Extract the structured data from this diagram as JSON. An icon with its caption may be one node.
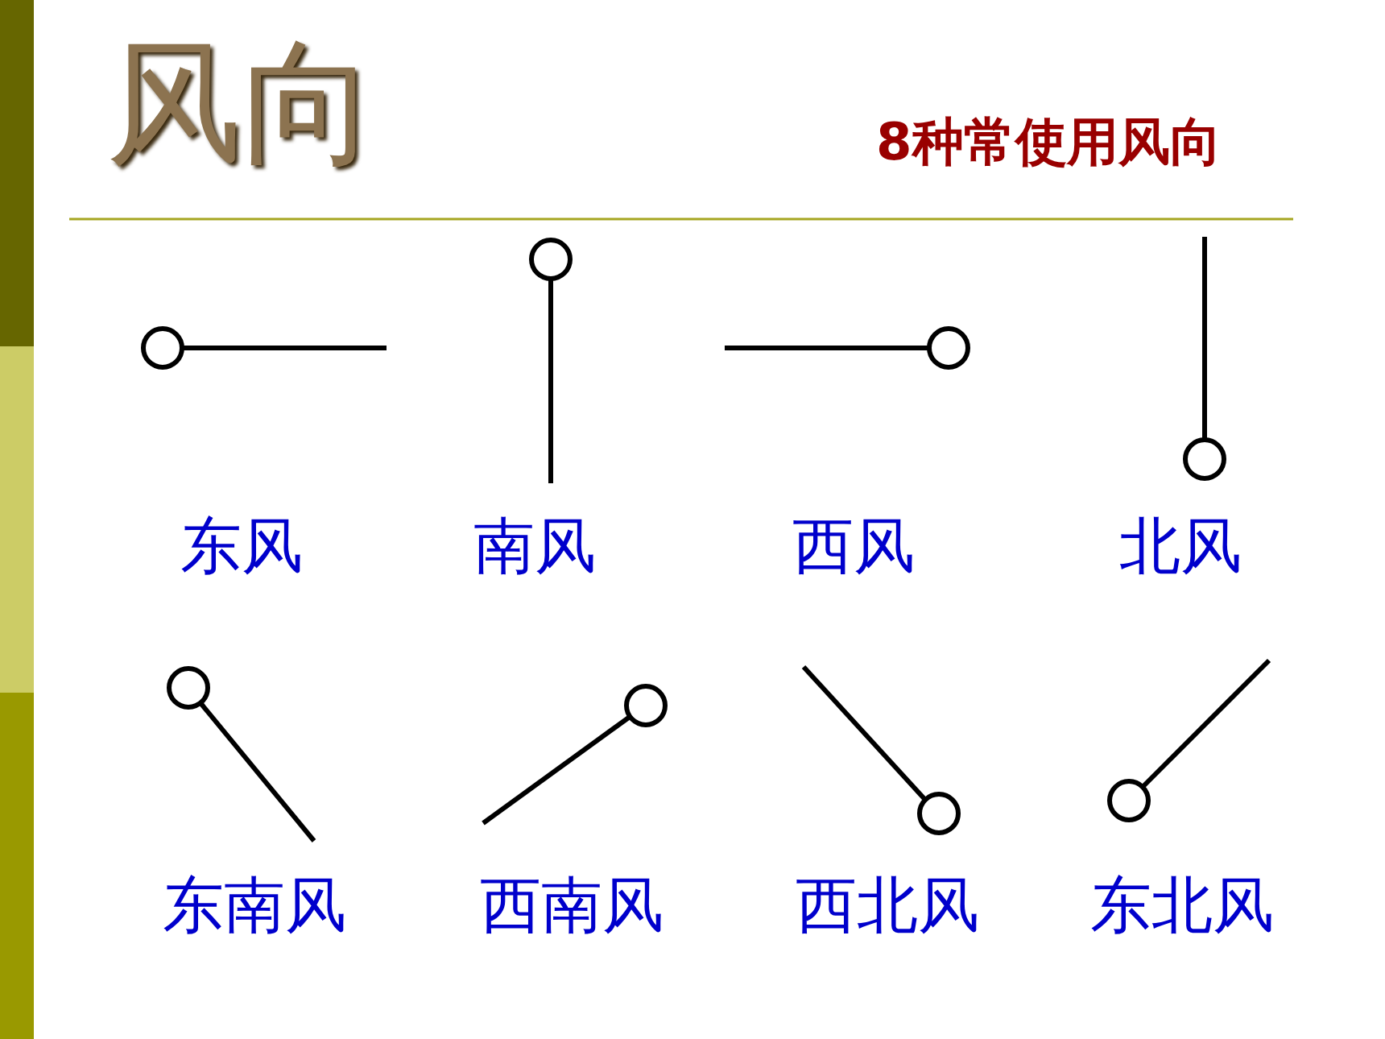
{
  "diagram": {
    "title": "风向",
    "labels": [
      "8种常使用风向",
      "东风",
      "南风",
      "西风",
      "北风",
      "东南风",
      "西南风",
      "西北风",
      "东北风"
    ]
  }
}
